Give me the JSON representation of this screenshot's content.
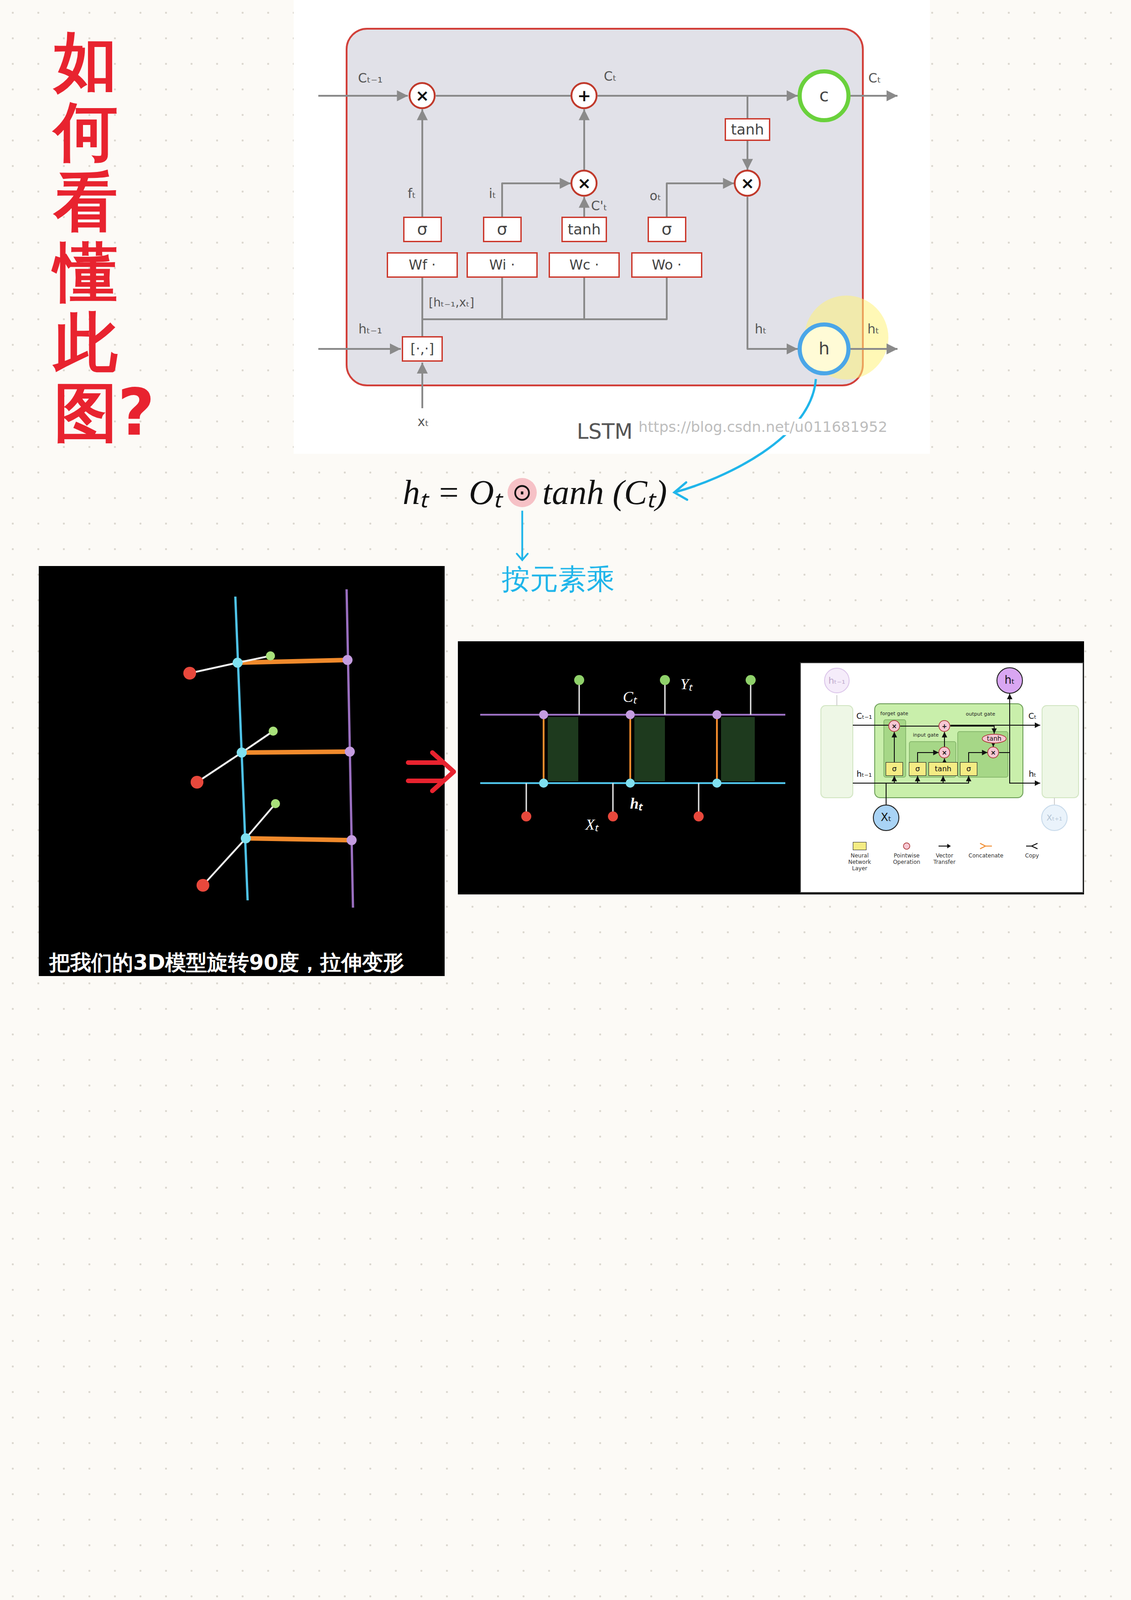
{
  "diagram": {
    "title": "如何看懂此图?",
    "nodes": [
      {
        "text": [
          "×"
        ]
      },
      {
        "text": [
          "+"
        ]
      },
      {
        "text": [
          "×"
        ]
      },
      {
        "text": [
          "×"
        ]
      },
      {
        "text": [
          "c"
        ]
      },
      {
        "text": [
          "h"
        ]
      },
      {
        "text": [
          "tanh"
        ]
      },
      {
        "text": [
          "σ"
        ]
      },
      {
        "text": [
          "σ"
        ]
      },
      {
        "text": [
          "tanh"
        ]
      },
      {
        "text": [
          "σ"
        ]
      },
      {
        "text": [
          "Wf ·"
        ]
      },
      {
        "text": [
          "Wi ·"
        ]
      },
      {
        "text": [
          "Wc ·"
        ]
      },
      {
        "text": [
          "Wo ·"
        ]
      },
      {
        "text": [
          "[·,·]"
        ]
      },
      {
        "text": [
          "hₜ₋₁"
        ]
      },
      {
        "text": [
          "hₜ"
        ]
      },
      {
        "text": [
          "Xₜ"
        ]
      },
      {
        "text": [
          "Xₜ₊₁"
        ]
      },
      {
        "text": [
          "σ"
        ]
      },
      {
        "text": [
          "σ"
        ]
      },
      {
        "text": [
          "tanh"
        ]
      },
      {
        "text": [
          "σ"
        ]
      },
      {
        "text": [
          "tanh"
        ]
      },
      {
        "text": [
          "×"
        ]
      },
      {
        "text": [
          "+"
        ]
      },
      {
        "text": [
          "×"
        ]
      },
      {
        "text": [
          "×"
        ]
      }
    ],
    "edges": [
      {
        "from": 0,
        "to": 1,
        "arrow": "none"
      },
      {
        "from": 1,
        "to": 4,
        "arrow": "to"
      },
      {
        "from": 1,
        "to": 6,
        "arrow": "none"
      },
      {
        "from": 6,
        "to": 3,
        "arrow": "to"
      },
      {
        "from": 7,
        "to": 0,
        "arrow": "to"
      },
      {
        "from": 8,
        "to": 2,
        "arrow": "to"
      },
      {
        "from": 9,
        "to": 2,
        "arrow": "to"
      },
      {
        "from": 2,
        "to": 1,
        "arrow": "to"
      },
      {
        "from": 10,
        "to": 3,
        "arrow": "to"
      },
      {
        "from": 3,
        "to": 5,
        "arrow": "to"
      },
      {
        "from": 15,
        "to": 11,
        "arrow": "none"
      },
      {
        "from": 15,
        "to": 12,
        "arrow": "none"
      },
      {
        "from": 15,
        "to": 13,
        "arrow": "none"
      },
      {
        "from": 15,
        "to": 14,
        "arrow": "none"
      },
      {
        "from": 18,
        "to": 20,
        "arrow": "to"
      },
      {
        "from": 18,
        "to": 21,
        "arrow": "to"
      },
      {
        "from": 18,
        "to": 22,
        "arrow": "to"
      },
      {
        "from": 18,
        "to": 23,
        "arrow": "to"
      },
      {
        "from": 20,
        "to": 25,
        "arrow": "to"
      },
      {
        "from": 25,
        "to": 26,
        "arrow": "none"
      },
      {
        "from": 21,
        "to": 27,
        "arrow": "to"
      },
      {
        "from": 22,
        "to": 27,
        "arrow": "to"
      },
      {
        "from": 27,
        "to": 26,
        "arrow": "to"
      },
      {
        "from": 26,
        "to": 24,
        "arrow": "to"
      },
      {
        "from": 24,
        "to": 28,
        "arrow": "to"
      },
      {
        "from": 23,
        "to": 28,
        "arrow": "to"
      },
      {
        "from": 28,
        "to": 17,
        "arrow": "to"
      }
    ],
    "labels": [
      "Cₜ₋₁",
      "Cₜ",
      "Cₜ",
      "fₜ",
      "iₜ",
      "C'ₜ",
      "oₜ",
      "[hₜ₋₁,xₜ]",
      "hₜ₋₁",
      "xₜ",
      "hₜ",
      "hₜ",
      "LSTM",
      "https://blog.csdn.net/u011681952",
      "hₜ = Oₜ",
      "⊙",
      "tanh (Cₜ)",
      "按元素乘",
      "把我们的3D模型旋转90度，拉伸变形",
      "Cₜ",
      "Yₜ",
      "hₜ",
      "Xₜ",
      "Cₜ₋₁",
      "Cₜ",
      "hₜ₋₁",
      "hₜ",
      "forget gate",
      "input gate",
      "output gate"
    ],
    "legend": [
      {
        "text": "Neural Network Layer",
        "color": "#f4ec84"
      },
      {
        "text": "Pointwise Operation"
      },
      {
        "text": "Vector Transfer"
      },
      {
        "text": "Concatenate"
      },
      {
        "text": "Copy"
      }
    ]
  }
}
